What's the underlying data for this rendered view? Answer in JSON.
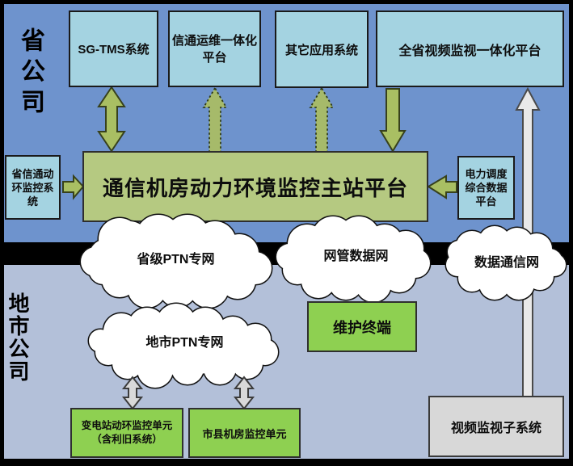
{
  "labels": {
    "province": "省公司",
    "city": "地市公司"
  },
  "system_boxes": [
    {
      "label": "SG-TMS系统"
    },
    {
      "label": "信通运维一体化平台"
    },
    {
      "label": "其它应用系统"
    },
    {
      "label": "全省视频监视一体化平台"
    }
  ],
  "side_boxes": {
    "left": {
      "label": "省信通动环监控系统"
    },
    "right": {
      "label": "电力调度综合数据平台"
    }
  },
  "main_platform": {
    "label": "通信机房动力环境监控主站平台"
  },
  "clouds": [
    {
      "label": "省级PTN专网"
    },
    {
      "label": "网管数据网"
    },
    {
      "label": "数据通信网"
    },
    {
      "label": "地市PTN专网"
    }
  ],
  "terminal": {
    "label": "维护终端"
  },
  "bottom_units": [
    {
      "label": "变电站动环监控单元\n（含利旧系统）"
    },
    {
      "label": "市县机房监控单元"
    }
  ],
  "video_subsystem": {
    "label": "视频监视子系统"
  },
  "palette": {
    "frame": "#000000",
    "background_top": "#6e93cd",
    "background_bottom": "#b3c0d9",
    "box_cyan": "#a4d3e1",
    "box_olive_green": "#b5c981",
    "box_bright_green": "#8ed051",
    "box_gray": "#d8d8d8",
    "arrow_green": "#a9bf63",
    "arrow_gray": "#d9d9d9",
    "arrow_white": "#e9e9e9",
    "cloud_fill": "#ffffff"
  }
}
